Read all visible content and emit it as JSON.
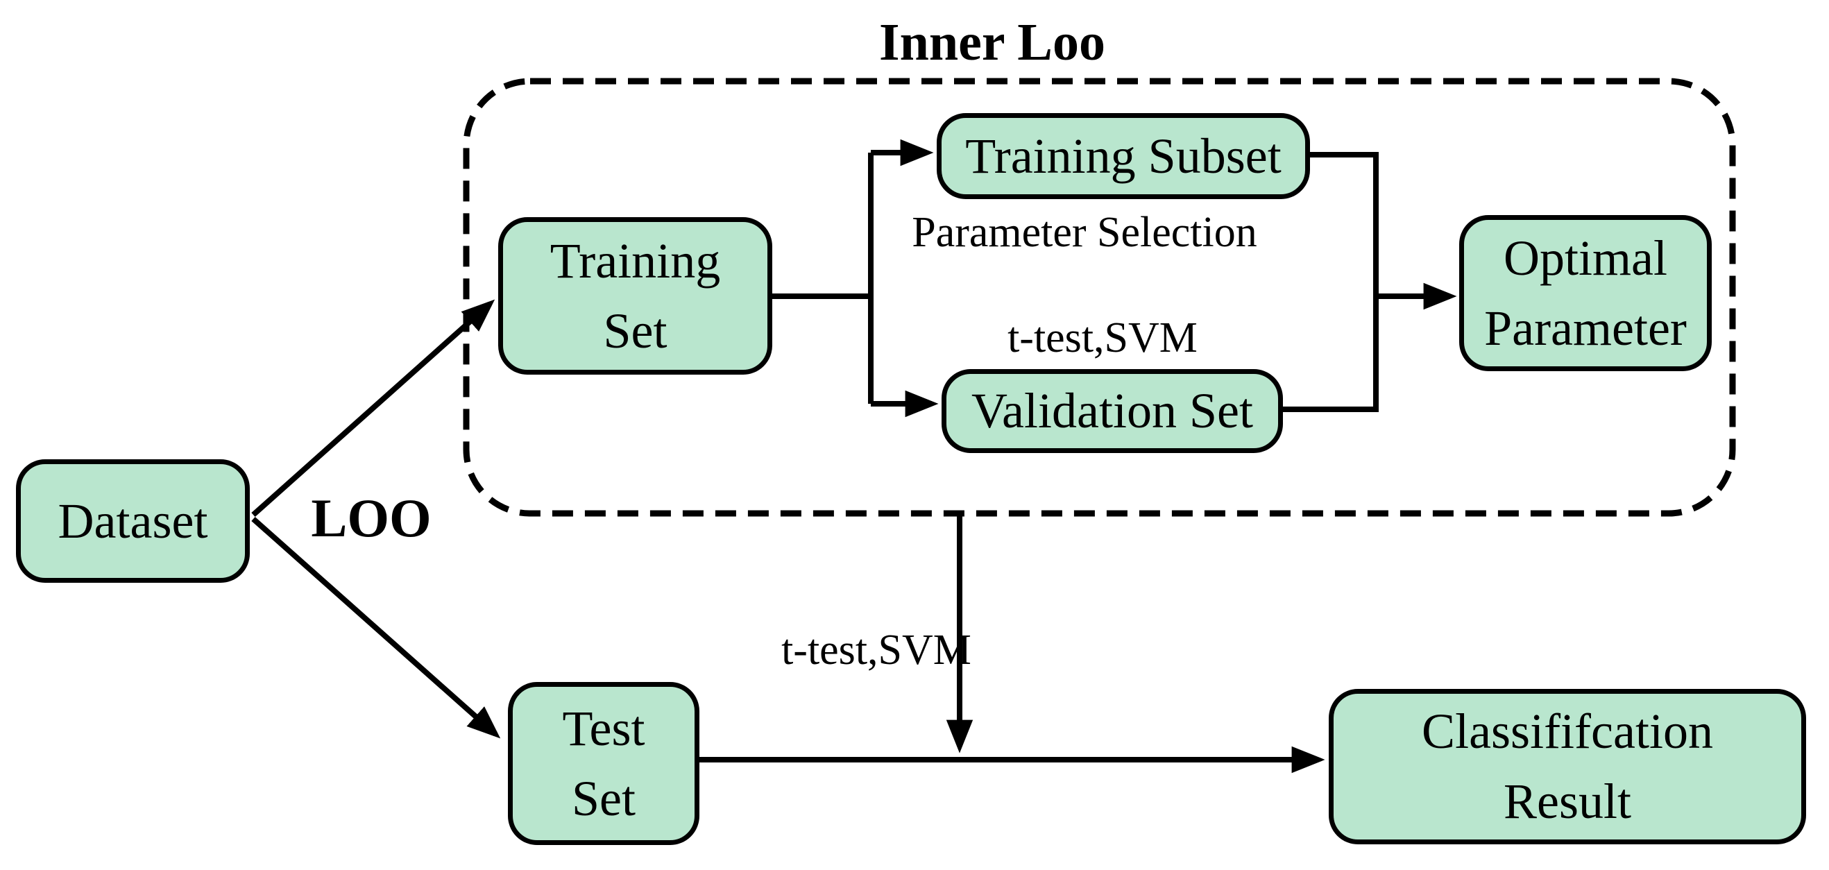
{
  "diagram": {
    "title": "Inner Loo",
    "colors": {
      "box_fill": "#b9e6ce",
      "box_border": "#000000",
      "line": "#000000",
      "background": "#ffffff"
    },
    "nodes": {
      "dataset": {
        "label": "Dataset"
      },
      "training_set": {
        "label": "Training\nSet"
      },
      "training_subset": {
        "label": "Training Subset"
      },
      "validation_set": {
        "label": "Validation Set"
      },
      "optimal_parameter": {
        "label": "Optimal\nParameter"
      },
      "test_set": {
        "label": "Test\nSet"
      },
      "classification_result": {
        "label": "Classififcation\nResult"
      }
    },
    "labels": {
      "loo": "LOO",
      "parameter_selection": "Parameter Selection",
      "t_test_svm_inner": "t-test,SVM",
      "t_test_svm_outer": "t-test,SVM"
    }
  }
}
